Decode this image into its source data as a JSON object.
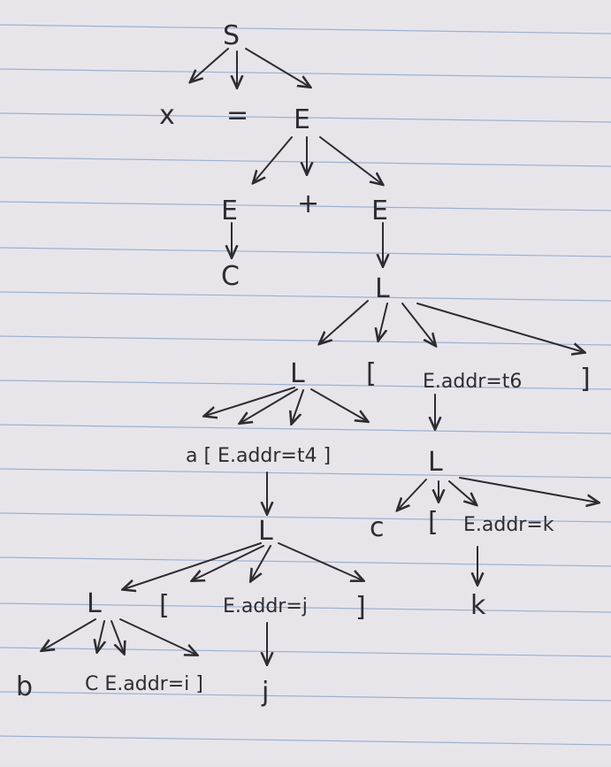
{
  "nodes": {
    "S": "S",
    "x": "x",
    "eq": "=",
    "E_top": "E",
    "E_left": "E",
    "plus": "+",
    "E_right": "E",
    "c": "C",
    "L1": "L",
    "L2": "L",
    "lb1": "[",
    "E_t6": "E.addr=t6",
    "rb1": "]",
    "a_expr": "a [ E.addr=t4 ]",
    "L3": "L",
    "L4": "L",
    "c2": "c",
    "lb2": "[",
    "E_k": "E.addr=k",
    "k": "k",
    "L5": "L",
    "lb3": "[",
    "E_j": "E.addr=j",
    "rb3": "]",
    "b": "b",
    "b_expr": "C E.addr=i ]",
    "j": "j"
  }
}
